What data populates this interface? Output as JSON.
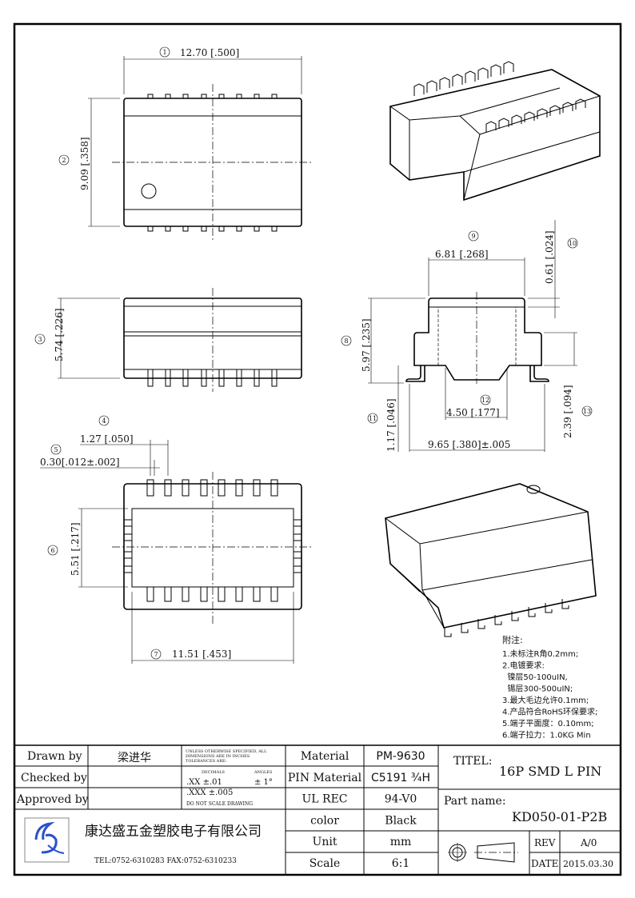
{
  "dims": {
    "d1": "12.70 [.500]",
    "d2": "9.09 [.358]",
    "d3": "5.74 [.226]",
    "d4": "1.27 [.050]",
    "d5": "0.30[.012±.002]",
    "d6": "5.51 [.217]",
    "d7": "11.51 [.453]",
    "d8": "5.97 [.235]",
    "d9": "6.81 [.268]",
    "d10": "0.61 [.024]",
    "d11": "1.17 [.046]",
    "d12": "4.50 [.177]",
    "d13": "2.39 [.094]",
    "d14": "9.65 [.380]±.005"
  },
  "balloons": [
    "1",
    "2",
    "3",
    "4",
    "5",
    "6",
    "7",
    "8",
    "9",
    "10",
    "11",
    "12",
    "13"
  ],
  "notes": {
    "title": "附注:",
    "lines": [
      "1.未标注R角0.2mm;",
      "2.电镀要求:",
      "  镍层50-100uIN,",
      "  锡层300-500uIN;",
      "3.最大毛边允许0.1mm;",
      "4.产品符合RoHS环保要求;",
      "5.端子平面度：0.10mm;",
      "6.端子拉力：1.0KG Min"
    ]
  },
  "title_block": {
    "drawn_by_label": "Drawn by",
    "drawn_by": "梁进华",
    "checked_by_label": "Checked by",
    "approved_by_label": "Approved by",
    "tol_note": [
      "UNLESS OTHERWISE SPECIFIED, ALL",
      "DIMENSIONS ARE IN INCHES",
      "TOLERANCES ARE:"
    ],
    "decimals_label": "DECIMALS",
    "angles_label": "ANGLES",
    "xx": ".XX  ±.01",
    "xxx": ".XXX ±.005",
    "angle": "± 1°",
    "no_scale": "DO NOT SCALE DRAWING",
    "company": "康达盛五金塑胶电子有限公司",
    "contact": "TEL:0752-6310283  FAX:0752-6310233",
    "rows": [
      {
        "label": "Material",
        "value": "PM-9630"
      },
      {
        "label": "PIN Material",
        "value": "C5191 ¾H"
      },
      {
        "label": "UL  REC",
        "value": "94-V0"
      },
      {
        "label": "color",
        "value": "Black"
      },
      {
        "label": "Unit",
        "value": "mm"
      },
      {
        "label": "Scale",
        "value": "6:1"
      }
    ],
    "title_label": "TITEL:",
    "title": "16P SMD L PIN",
    "part_label": "Part name:",
    "part": "KD050-01-P2B",
    "rev_label": "REV",
    "rev": "A/0",
    "date_label": "DATE",
    "date": "2015.03.30"
  }
}
